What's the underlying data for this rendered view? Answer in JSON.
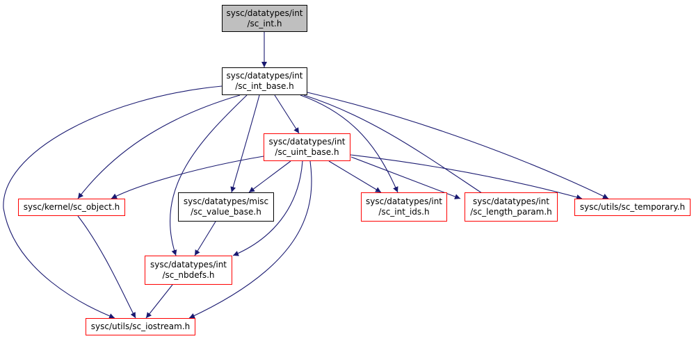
{
  "diagram": {
    "nodes": [
      {
        "id": "sc_int",
        "lines": [
          "sysc/datatypes/int",
          "/sc_int.h"
        ],
        "style": "root"
      },
      {
        "id": "sc_int_base",
        "lines": [
          "sysc/datatypes/int",
          "/sc_int_base.h"
        ],
        "style": "black"
      },
      {
        "id": "sc_uint_base",
        "lines": [
          "sysc/datatypes/int",
          "/sc_uint_base.h"
        ],
        "style": "red"
      },
      {
        "id": "sc_object",
        "lines": [
          "sysc/kernel/sc_object.h"
        ],
        "style": "red"
      },
      {
        "id": "sc_value_base",
        "lines": [
          "sysc/datatypes/misc",
          "/sc_value_base.h"
        ],
        "style": "black"
      },
      {
        "id": "sc_int_ids",
        "lines": [
          "sysc/datatypes/int",
          "/sc_int_ids.h"
        ],
        "style": "red"
      },
      {
        "id": "sc_length_param",
        "lines": [
          "sysc/datatypes/int",
          "/sc_length_param.h"
        ],
        "style": "red"
      },
      {
        "id": "sc_temporary",
        "lines": [
          "sysc/utils/sc_temporary.h"
        ],
        "style": "red"
      },
      {
        "id": "sc_nbdefs",
        "lines": [
          "sysc/datatypes/int",
          "/sc_nbdefs.h"
        ],
        "style": "red"
      },
      {
        "id": "sc_iostream",
        "lines": [
          "sysc/utils/sc_iostream.h"
        ],
        "style": "red"
      }
    ],
    "edges": [
      [
        "sc_int",
        "sc_int_base"
      ],
      [
        "sc_int_base",
        "sc_uint_base"
      ],
      [
        "sc_int_base",
        "sc_object"
      ],
      [
        "sc_int_base",
        "sc_value_base"
      ],
      [
        "sc_int_base",
        "sc_int_ids"
      ],
      [
        "sc_int_base",
        "sc_length_param"
      ],
      [
        "sc_int_base",
        "sc_temporary"
      ],
      [
        "sc_int_base",
        "sc_nbdefs"
      ],
      [
        "sc_int_base",
        "sc_iostream"
      ],
      [
        "sc_uint_base",
        "sc_object"
      ],
      [
        "sc_uint_base",
        "sc_value_base"
      ],
      [
        "sc_uint_base",
        "sc_int_ids"
      ],
      [
        "sc_uint_base",
        "sc_length_param"
      ],
      [
        "sc_uint_base",
        "sc_temporary"
      ],
      [
        "sc_uint_base",
        "sc_nbdefs"
      ],
      [
        "sc_uint_base",
        "sc_iostream"
      ],
      [
        "sc_object",
        "sc_iostream"
      ],
      [
        "sc_value_base",
        "sc_nbdefs"
      ],
      [
        "sc_nbdefs",
        "sc_iostream"
      ]
    ],
    "colors": {
      "edge": "#191970",
      "root_fill": "#bfbfbf",
      "node_border_black": "#000000",
      "node_border_red": "#ff0000"
    }
  }
}
